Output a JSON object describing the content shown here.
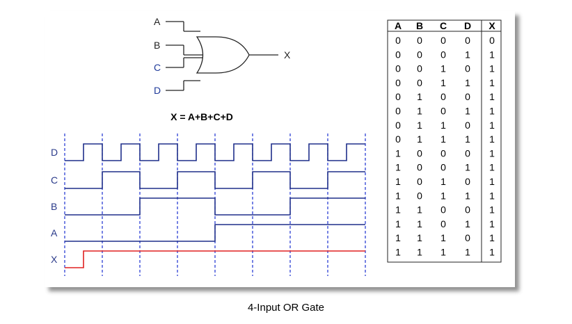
{
  "gate": {
    "inputs": [
      {
        "label": "A",
        "color": "#222222"
      },
      {
        "label": "B",
        "color": "#222222"
      },
      {
        "label": "C",
        "color": "#1f3a9a"
      },
      {
        "label": "D",
        "color": "#1f3a9a"
      }
    ],
    "output": "X",
    "equation": "X = A+B+C+D"
  },
  "timing": {
    "signals": [
      {
        "label": "D",
        "bits": [
          0,
          1,
          0,
          1,
          0,
          1,
          0,
          1,
          0,
          1,
          0,
          1,
          0,
          1,
          0,
          1
        ],
        "color": "#1f2f8a"
      },
      {
        "label": "C",
        "bits": [
          0,
          0,
          1,
          1,
          0,
          0,
          1,
          1,
          0,
          0,
          1,
          1,
          0,
          0,
          1,
          1
        ],
        "color": "#1f2f8a"
      },
      {
        "label": "B",
        "bits": [
          0,
          0,
          0,
          0,
          1,
          1,
          1,
          1,
          0,
          0,
          0,
          0,
          1,
          1,
          1,
          1
        ],
        "color": "#1f2f8a"
      },
      {
        "label": "A",
        "bits": [
          0,
          0,
          0,
          0,
          0,
          0,
          0,
          0,
          1,
          1,
          1,
          1,
          1,
          1,
          1,
          1
        ],
        "color": "#1f2f8a"
      },
      {
        "label": "X",
        "bits": [
          0,
          1,
          1,
          1,
          1,
          1,
          1,
          1,
          1,
          1,
          1,
          1,
          1,
          1,
          1,
          1
        ],
        "color": "#e02020"
      }
    ],
    "label_color": "#2a3a8a",
    "grid_color": "#1a2fd0"
  },
  "truth_table": {
    "headers": [
      "A",
      "B",
      "C",
      "D",
      "X"
    ],
    "rows": [
      [
        "0",
        "0",
        "0",
        "0",
        "0"
      ],
      [
        "0",
        "0",
        "0",
        "1",
        "1"
      ],
      [
        "0",
        "0",
        "1",
        "0",
        "1"
      ],
      [
        "0",
        "0",
        "1",
        "1",
        "1"
      ],
      [
        "0",
        "1",
        "0",
        "0",
        "1"
      ],
      [
        "0",
        "1",
        "0",
        "1",
        "1"
      ],
      [
        "0",
        "1",
        "1",
        "0",
        "1"
      ],
      [
        "0",
        "1",
        "1",
        "1",
        "1"
      ],
      [
        "1",
        "0",
        "0",
        "0",
        "1"
      ],
      [
        "1",
        "0",
        "0",
        "1",
        "1"
      ],
      [
        "1",
        "0",
        "1",
        "0",
        "1"
      ],
      [
        "1",
        "0",
        "1",
        "1",
        "1"
      ],
      [
        "1",
        "1",
        "0",
        "0",
        "1"
      ],
      [
        "1",
        "1",
        "0",
        "1",
        "1"
      ],
      [
        "1",
        "1",
        "1",
        "0",
        "1"
      ],
      [
        "1",
        "1",
        "1",
        "1",
        "1"
      ]
    ]
  },
  "caption": "4-Input OR Gate"
}
